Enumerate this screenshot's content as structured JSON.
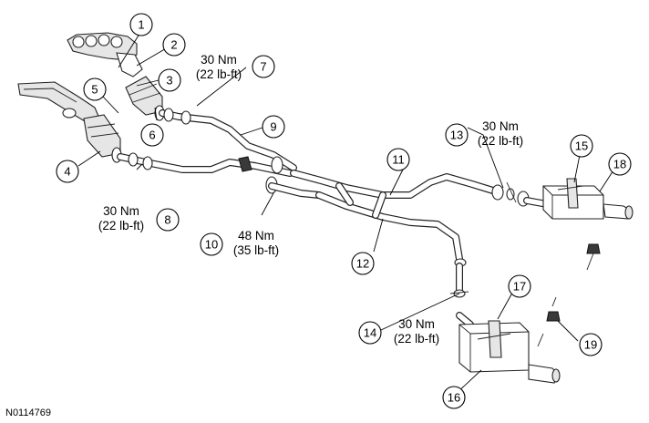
{
  "figure_id": "N0114769",
  "callouts": [
    {
      "id": "callout-1",
      "label": "1"
    },
    {
      "id": "callout-2",
      "label": "2"
    },
    {
      "id": "callout-3",
      "label": "3"
    },
    {
      "id": "callout-4",
      "label": "4"
    },
    {
      "id": "callout-5",
      "label": "5"
    },
    {
      "id": "callout-6",
      "label": "6"
    },
    {
      "id": "callout-7",
      "label": "7"
    },
    {
      "id": "callout-8",
      "label": "8"
    },
    {
      "id": "callout-9",
      "label": "9"
    },
    {
      "id": "callout-10",
      "label": "10"
    },
    {
      "id": "callout-11",
      "label": "11"
    },
    {
      "id": "callout-12",
      "label": "12"
    },
    {
      "id": "callout-13",
      "label": "13"
    },
    {
      "id": "callout-14",
      "label": "14"
    },
    {
      "id": "callout-15",
      "label": "15"
    },
    {
      "id": "callout-16",
      "label": "16"
    },
    {
      "id": "callout-17",
      "label": "17"
    },
    {
      "id": "callout-18",
      "label": "18"
    },
    {
      "id": "callout-19",
      "label": "19"
    }
  ],
  "torque": {
    "t7": {
      "nm": "30 Nm",
      "lbft": "(22 lb-ft)"
    },
    "t8": {
      "nm": "30 Nm",
      "lbft": "(22 lb-ft)"
    },
    "t10": {
      "nm": "48 Nm",
      "lbft": "(35 lb-ft)"
    },
    "t13": {
      "nm": "30 Nm",
      "lbft": "(22 lb-ft)"
    },
    "t14": {
      "nm": "30 Nm",
      "lbft": "(22 lb-ft)"
    }
  }
}
